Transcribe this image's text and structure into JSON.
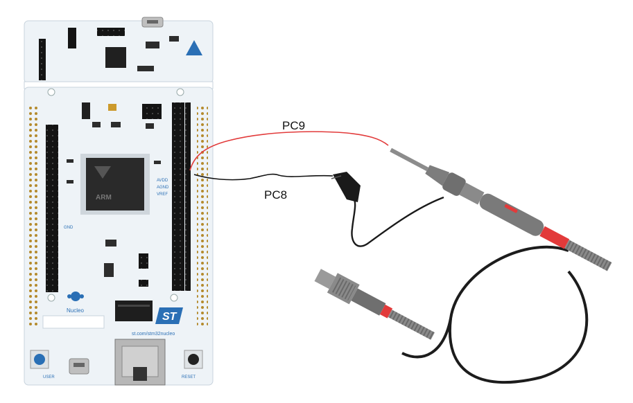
{
  "labels": {
    "wire_red": "PC9",
    "wire_black": "PC8"
  },
  "board": {
    "brand_text": "Nucleo",
    "url_text": "st.com/stm32nucleo",
    "logo_text": "ST",
    "mcu_text": "ARM",
    "button_user": "USER",
    "button_reset": "RESET",
    "pin_labels": [
      "AVDD",
      "AGND",
      "VREF",
      "GND"
    ],
    "colors": {
      "pcb": "#eef3f7",
      "silkscreen": "#2a6fb5",
      "header": "#141414"
    }
  },
  "probe": {
    "colors": {
      "body": "#7d7d7d",
      "accent": "#e23a3a",
      "cable": "#1c1c1c",
      "bnc": "#8a8a8a"
    }
  },
  "wires": {
    "colors": {
      "red": "#e23a3a",
      "black": "#111111"
    }
  }
}
